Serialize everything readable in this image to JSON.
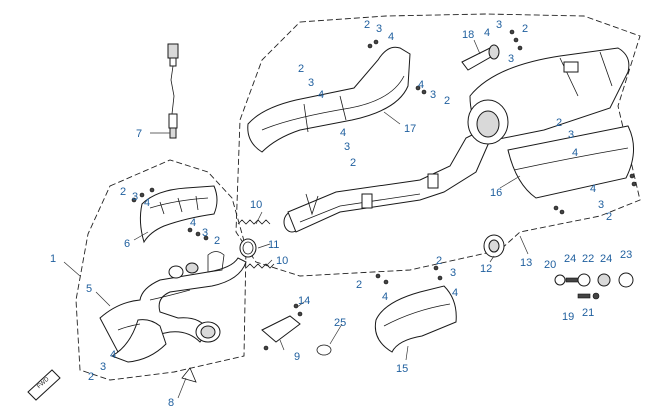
{
  "diagram": {
    "callout_color": "#1f5f9e",
    "callouts": {
      "c1": "1",
      "c2a": "2",
      "c2b": "2",
      "c2c": "2",
      "c2d": "2",
      "c2e": "2",
      "c2f": "2",
      "c2g": "2",
      "c2h": "2",
      "c2i": "2",
      "c2j": "2",
      "c2k": "2",
      "c2l": "2",
      "c3a": "3",
      "c3b": "3",
      "c3c": "3",
      "c3d": "3",
      "c3e": "3",
      "c3f": "3",
      "c3g": "3",
      "c3h": "3",
      "c3i": "3",
      "c3j": "3",
      "c3k": "3",
      "c3l": "3",
      "c4a": "4",
      "c4b": "4",
      "c4c": "4",
      "c4d": "4",
      "c4e": "4",
      "c4f": "4",
      "c4g": "4",
      "c4h": "4",
      "c4i": "4",
      "c4j": "4",
      "c4k": "4",
      "c4l": "4",
      "c5": "5",
      "c6": "6",
      "c7": "7",
      "c8": "8",
      "c9": "9",
      "c10a": "10",
      "c10b": "10",
      "c11": "11",
      "c12": "12",
      "c13": "13",
      "c14": "14",
      "c15": "15",
      "c16": "16",
      "c17": "17",
      "c18": "18",
      "c19": "19",
      "c20": "20",
      "c21": "21",
      "c22": "22",
      "c23": "23",
      "c24a": "24",
      "c24b": "24",
      "c25": "25"
    },
    "direction_badge": "FWD"
  }
}
